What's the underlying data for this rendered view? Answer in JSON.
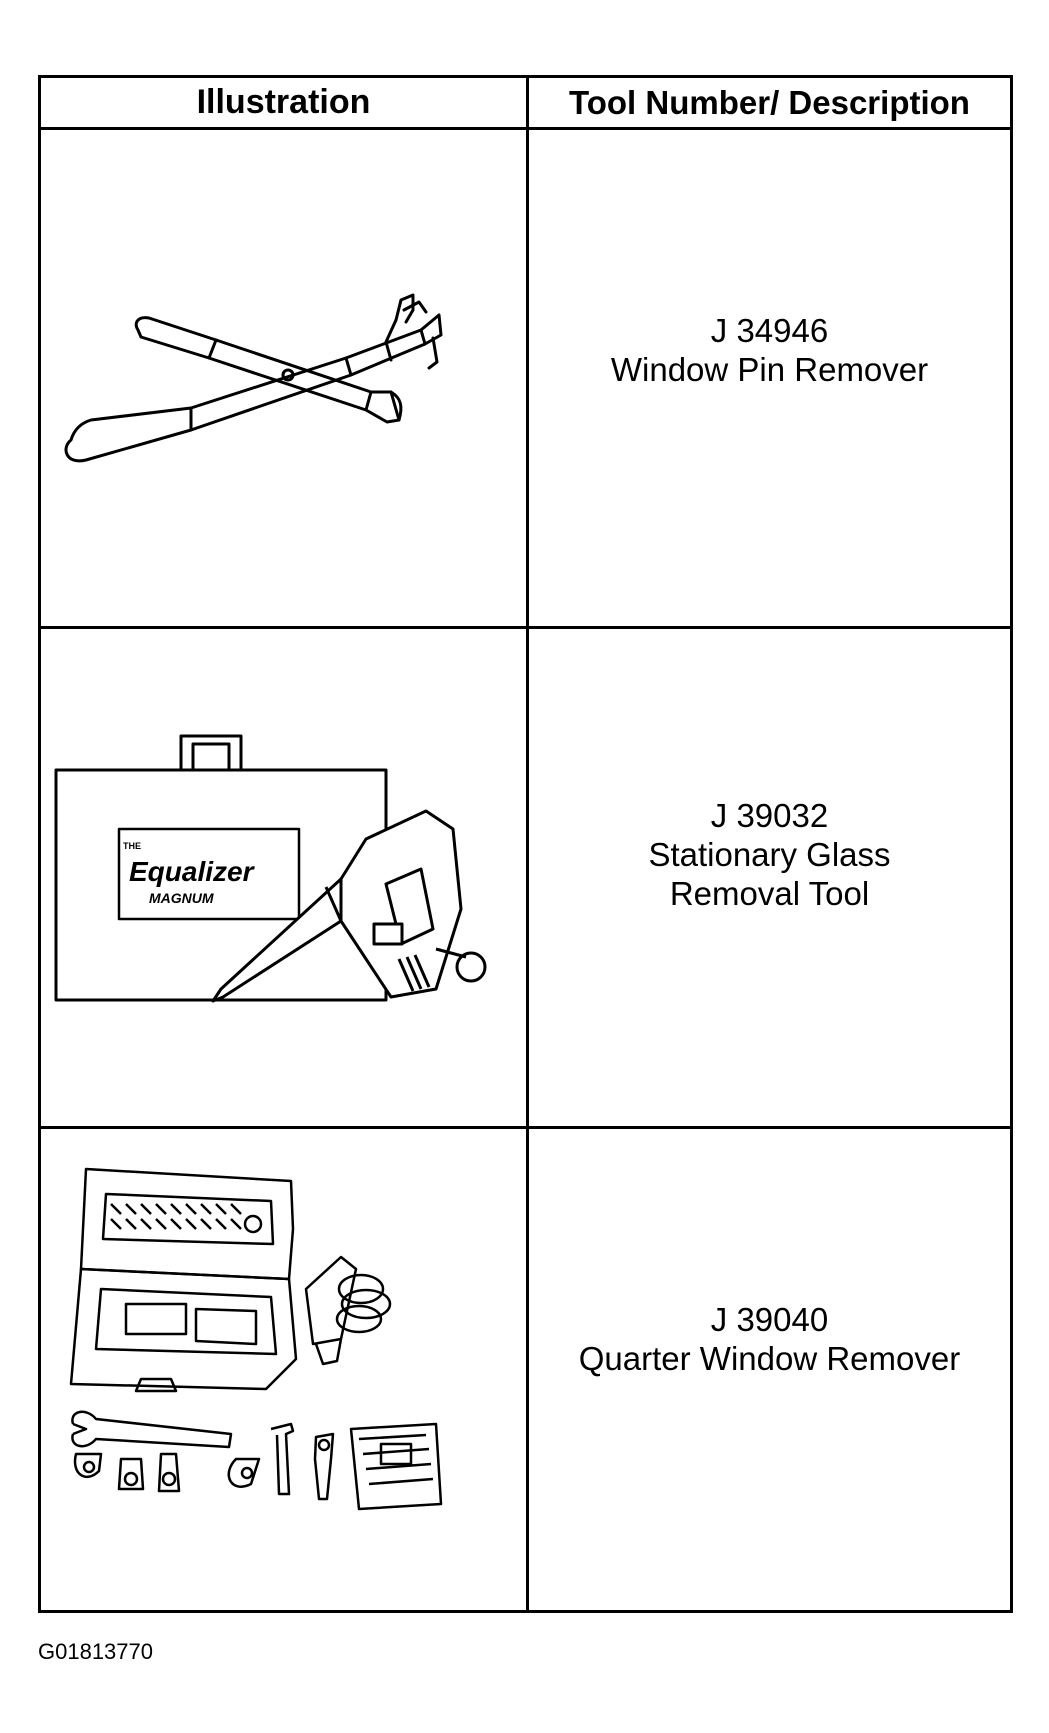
{
  "table": {
    "headers": {
      "illustration": "Illustration",
      "description": "Tool Number/ Description"
    },
    "rows": [
      {
        "tool_number": "J 34946",
        "description_lines": [
          "Window Pin Remover"
        ],
        "illustration": "window-pin-remover-drawing"
      },
      {
        "tool_number": "J 39032",
        "description_lines": [
          "Stationary Glass",
          "Removal Tool"
        ],
        "illustration": "equalizer-magnum-drawing",
        "case_label": {
          "the": "THE",
          "brand": "Equalizer",
          "model": "MAGNUM"
        }
      },
      {
        "tool_number": "J 39040",
        "description_lines": [
          "Quarter Window Remover"
        ],
        "illustration": "quarter-window-remover-kit-drawing"
      }
    ]
  },
  "figure_id": "G01813770"
}
